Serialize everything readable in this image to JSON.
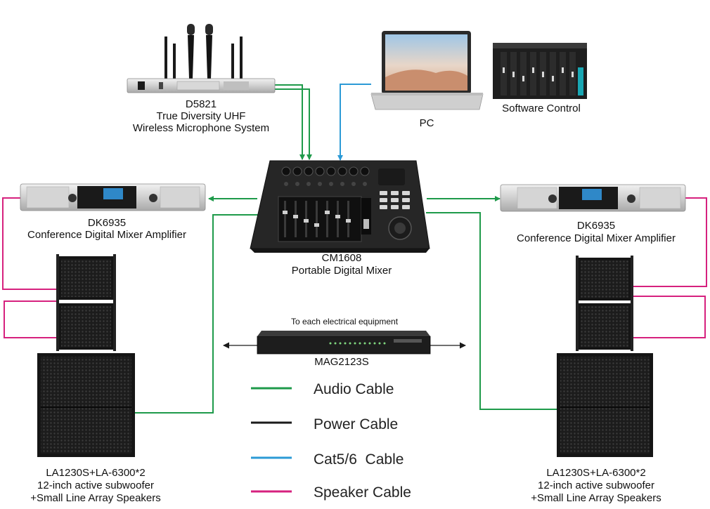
{
  "devices": {
    "wireless_mic": {
      "model": "D5821",
      "line1": "True Diversity UHF",
      "line2": "Wireless Microphone System"
    },
    "pc": {
      "label": "PC"
    },
    "software": {
      "label": "Software Control"
    },
    "amp_left": {
      "model": "DK6935",
      "desc": "Conference Digital Mixer Amplifier"
    },
    "amp_right": {
      "model": "DK6935",
      "desc": "Conference Digital Mixer Amplifier"
    },
    "mixer": {
      "model": "CM1608",
      "desc": "Portable Digital Mixer"
    },
    "power_seq": {
      "model": "MAG2123S",
      "note": "To each electrical equipment"
    },
    "speakers_left": {
      "model": "LA1230S+LA-6300*2",
      "line1": "12-inch active subwoofer",
      "line2": "+Small Line Array Speakers"
    },
    "speakers_right": {
      "model": "LA1230S+LA-6300*2",
      "line1": "12-inch active subwoofer",
      "line2": "+Small Line Array Speakers"
    }
  },
  "legend": [
    {
      "label": "Audio Cable",
      "color": "#1e9a4a"
    },
    {
      "label": "Power Cable",
      "color": "#1a1a1a"
    },
    {
      "label": "Cat5/6  Cable",
      "color": "#2b9ad6"
    },
    {
      "label": "Speaker Cable",
      "color": "#d6217e"
    }
  ]
}
